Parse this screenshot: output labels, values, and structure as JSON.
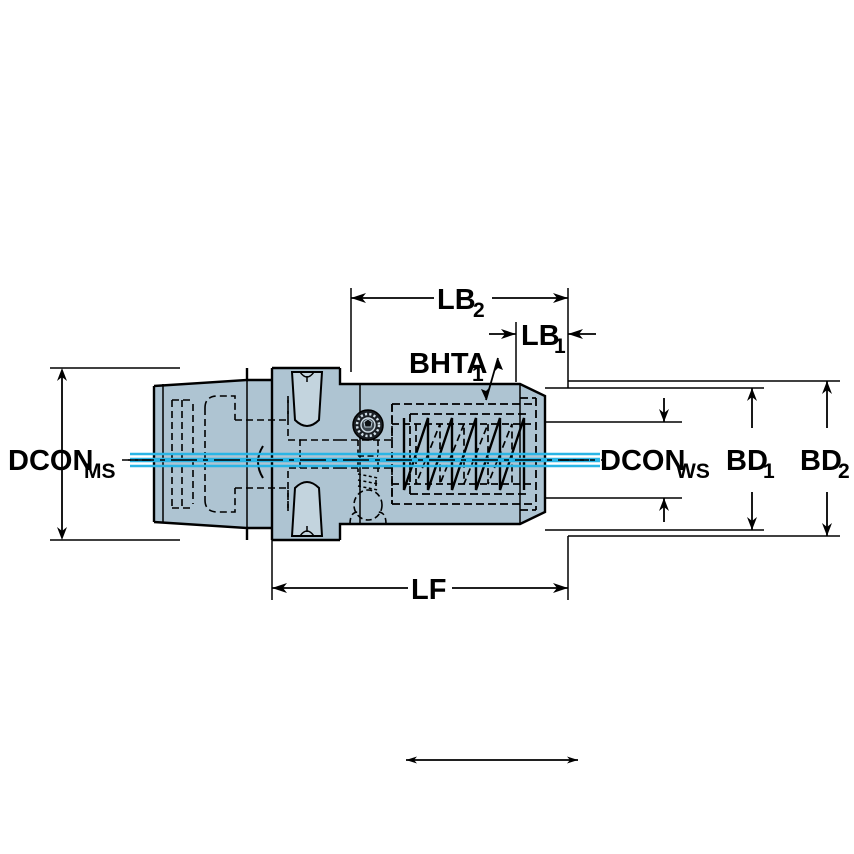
{
  "drawing": {
    "type": "engineering-cross-section",
    "subject": "HSK taper shank tool holder / boring bar adapter",
    "background_color": "#ffffff",
    "body_fill": "#aec4d2",
    "body_fill_light": "#c3d4de",
    "line_color": "#000000",
    "centerline_color": "#2ab5e5"
  },
  "dimensions": {
    "dcon_ms": {
      "label": "DCON",
      "sub": "MS",
      "meaning": "Connection diameter machine side",
      "orientation": "vertical-left"
    },
    "dcon_ws": {
      "label": "DCON",
      "sub": "WS",
      "meaning": "Connection diameter workpiece side",
      "orientation": "vertical-right"
    },
    "bd1": {
      "label": "BD",
      "sub": "1",
      "meaning": "Body diameter 1",
      "orientation": "vertical-right"
    },
    "bd2": {
      "label": "BD",
      "sub": "2",
      "meaning": "Body diameter 2",
      "orientation": "vertical-right"
    },
    "lb1": {
      "label": "LB",
      "sub": "1",
      "meaning": "Body length 1",
      "orientation": "horizontal-top"
    },
    "lb2": {
      "label": "LB",
      "sub": "2",
      "meaning": "Body length 2",
      "orientation": "horizontal-top"
    },
    "lf": {
      "label": "LF",
      "sub": "",
      "meaning": "Functional length",
      "orientation": "horizontal-bottom"
    },
    "bhta1": {
      "label": "BHTA",
      "sub": "1",
      "meaning": "Body hole taper angle 1",
      "orientation": "leader"
    }
  }
}
